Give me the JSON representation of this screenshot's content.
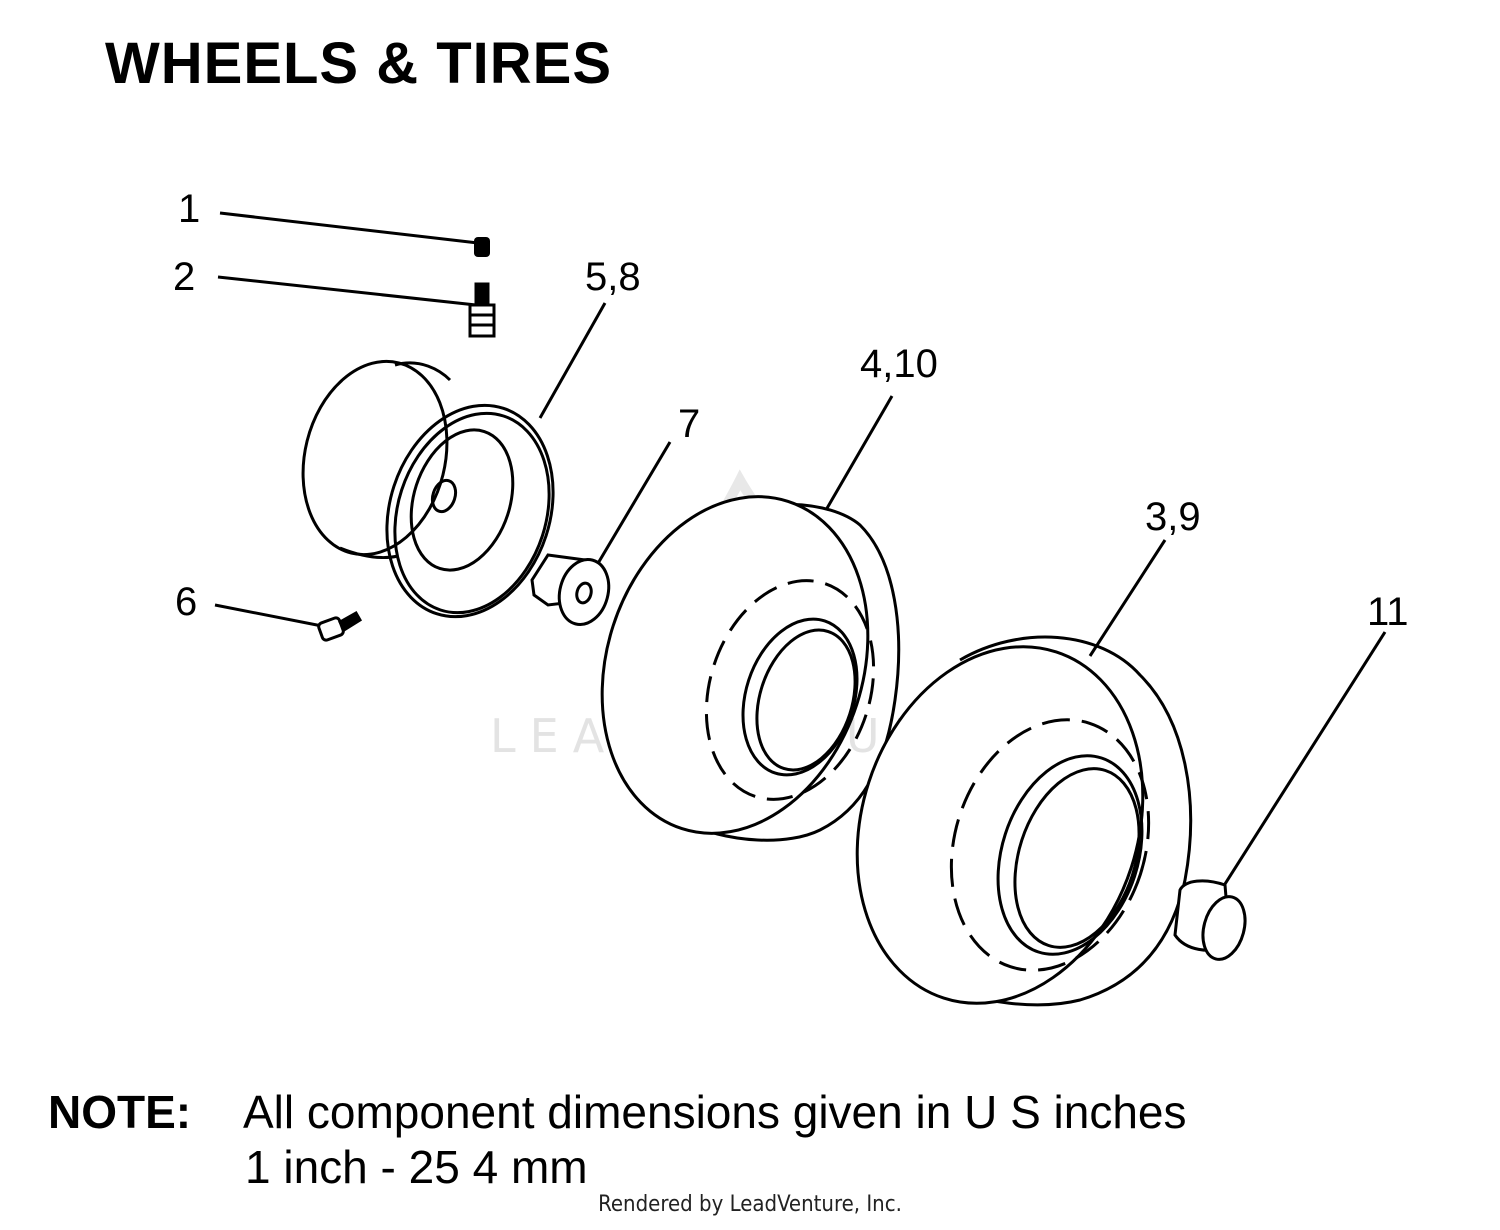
{
  "title": "WHEELS & TIRES",
  "callouts": {
    "c1": "1",
    "c2": "2",
    "c58": "5,8",
    "c7": "7",
    "c6": "6",
    "c410": "4,10",
    "c39": "3,9",
    "c11": "11"
  },
  "watermark": "LEADVENTURE",
  "note": {
    "label": "NOTE:",
    "line1": "All component dimensions given in U S  inches",
    "line2": "1 inch - 25 4 mm"
  },
  "footer": "Rendered by LeadVenture, Inc."
}
